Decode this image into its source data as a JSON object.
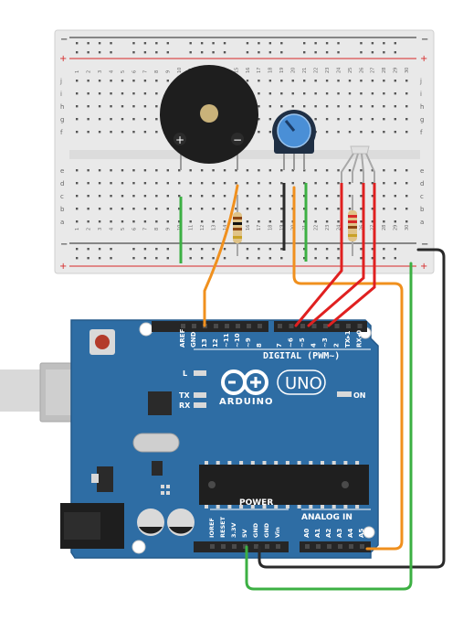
{
  "breadboard": {
    "columns": [
      "1",
      "2",
      "3",
      "4",
      "5",
      "6",
      "7",
      "8",
      "9",
      "10",
      "11",
      "12",
      "13",
      "14",
      "15",
      "16",
      "17",
      "18",
      "19",
      "20",
      "21",
      "22",
      "23",
      "24",
      "25",
      "26",
      "27",
      "28",
      "29",
      "30"
    ],
    "rows_top": [
      "j",
      "i",
      "h",
      "g",
      "f"
    ],
    "rows_bottom": [
      "e",
      "d",
      "c",
      "b",
      "a"
    ],
    "rail_minus": "−",
    "rail_plus": "+"
  },
  "buzzer": {
    "plus": "+",
    "minus": "−"
  },
  "arduino": {
    "brand": "ARDUINO",
    "model": "UNO",
    "digital_label": "DIGITAL (PWM~)",
    "analog_label": "ANALOG IN",
    "power_label": "POWER",
    "on_label": "ON",
    "l_label": "L",
    "tx_label": "TX",
    "rx_label": "RX",
    "digital_pins": [
      "AREF",
      "GND",
      "13",
      "12",
      "~11",
      "~10",
      "~9",
      "8",
      "7",
      "~6",
      "~5",
      "4",
      "~3",
      "2",
      "TX▸1",
      "RX◂0"
    ],
    "power_pins": [
      "IOREF",
      "RESET",
      "3.3V",
      "5V",
      "GND",
      "GND",
      "Vin"
    ],
    "analog_pins": [
      "A0",
      "A1",
      "A2",
      "A3",
      "A4",
      "A5"
    ]
  },
  "colors": {
    "board_blue": "#2e6da4",
    "breadboard": "#e9e9e9",
    "wire_orange": "#f0901e",
    "wire_red": "#e02020",
    "wire_green": "#3cb043",
    "wire_black": "#2a2a2a",
    "rail_red": "#d62828",
    "rail_black": "#222222"
  }
}
